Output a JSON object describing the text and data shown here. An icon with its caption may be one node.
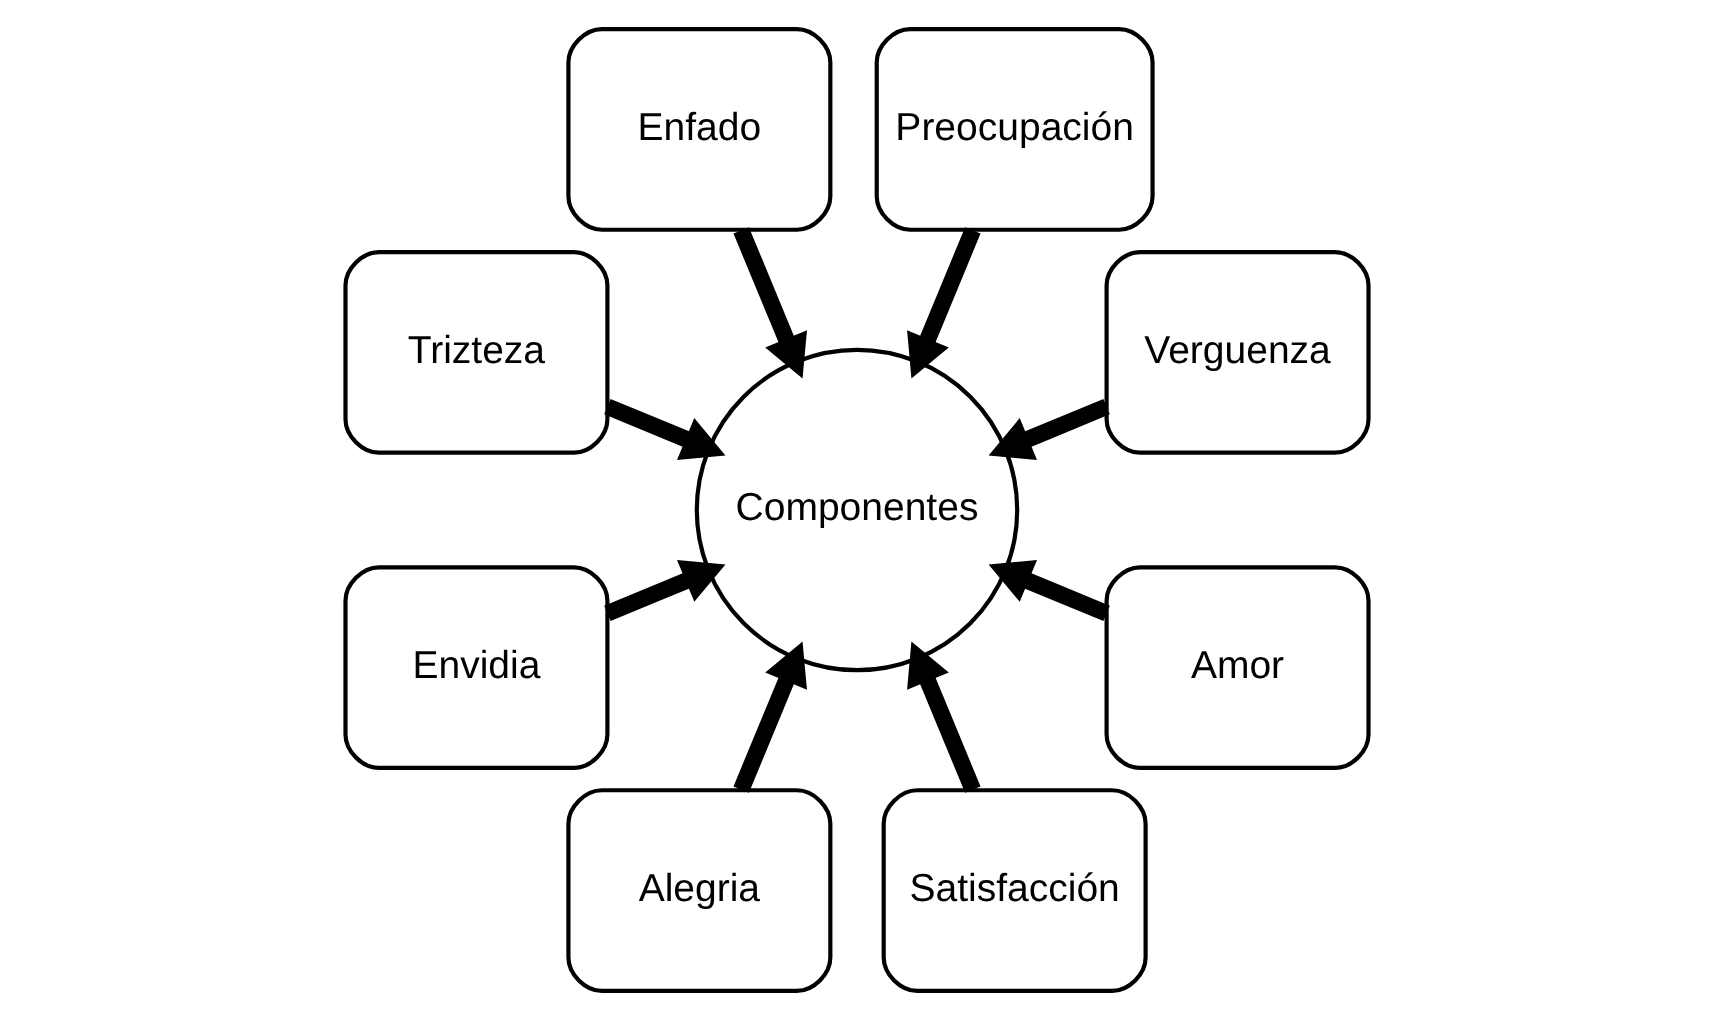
{
  "diagram": {
    "nodes": [
      {
        "text": [
          "Verguenza"
        ]
      },
      {
        "text": [
          "Preocupación"
        ]
      },
      {
        "text": [
          "Enfado"
        ]
      },
      {
        "text": [
          "Trizteza"
        ]
      },
      {
        "text": [
          "Envidia"
        ]
      },
      {
        "text": [
          "Alegria"
        ]
      },
      {
        "text": [
          "Satisfacción"
        ]
      },
      {
        "text": [
          "Componentes"
        ]
      },
      {
        "text": [
          "Amor"
        ]
      }
    ],
    "edges": [
      {
        "from": 0,
        "to": 7,
        "arrow": "to"
      },
      {
        "from": 1,
        "to": 7,
        "arrow": "to"
      },
      {
        "from": 2,
        "to": 7,
        "arrow": "to"
      },
      {
        "from": 3,
        "to": 7,
        "arrow": "to"
      },
      {
        "from": 4,
        "to": 7,
        "arrow": "to"
      },
      {
        "from": 5,
        "to": 7,
        "arrow": "to"
      },
      {
        "from": 6,
        "to": 7,
        "arrow": "to"
      },
      {
        "from": 8,
        "to": 7,
        "arrow": "to"
      }
    ]
  }
}
